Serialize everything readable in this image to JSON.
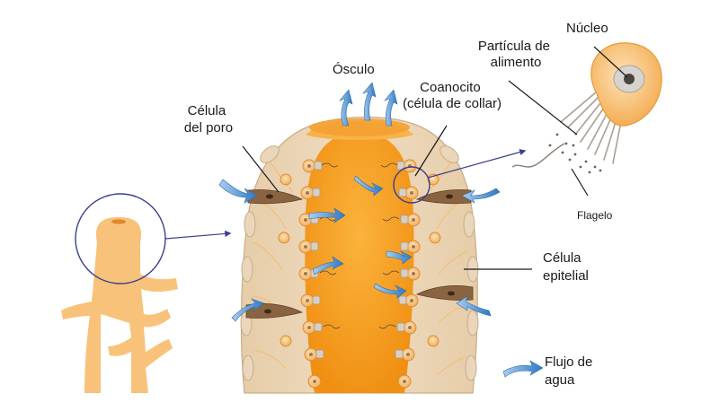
{
  "labels": {
    "osculo": "Ósculo",
    "celula_poro": [
      "Célula",
      "del poro"
    ],
    "coanocito": [
      "Coanocito",
      "(célula de collar)"
    ],
    "particula": [
      "Partícula de",
      "alimento"
    ],
    "nucleo": "Núcleo",
    "flagelo": "Flagelo",
    "celula_epitelial": [
      "Célula",
      "epitelial"
    ],
    "flujo": [
      "Flujo de",
      "agua"
    ]
  },
  "colors": {
    "body_orange": "#f4a63a",
    "cavity_orange": "#f39a1a",
    "wall_tan": "#e9d4b6",
    "light_orange": "#fcc87e",
    "water_arrow": "#4a8fd0",
    "zoom_line": "#3b3f8f",
    "pore_brown": "#8a6440"
  }
}
